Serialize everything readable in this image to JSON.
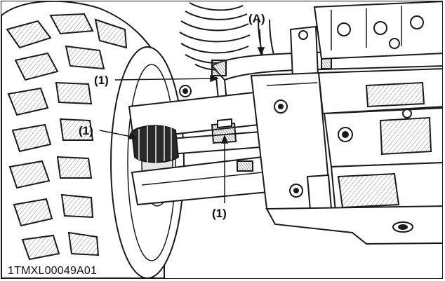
{
  "figure": {
    "code": "1TMXL00049A01",
    "callouts": [
      {
        "id": "a",
        "label": "(A)"
      },
      {
        "id": "boot-top",
        "label": "(1)"
      },
      {
        "id": "boot-left",
        "label": "(1)"
      },
      {
        "id": "boot-bottom",
        "label": "(1)"
      }
    ]
  },
  "colors": {
    "line": "#1a1a1a",
    "shade": "#9a9a9a",
    "light-shade": "#d6d6d6",
    "background": "#ffffff"
  }
}
